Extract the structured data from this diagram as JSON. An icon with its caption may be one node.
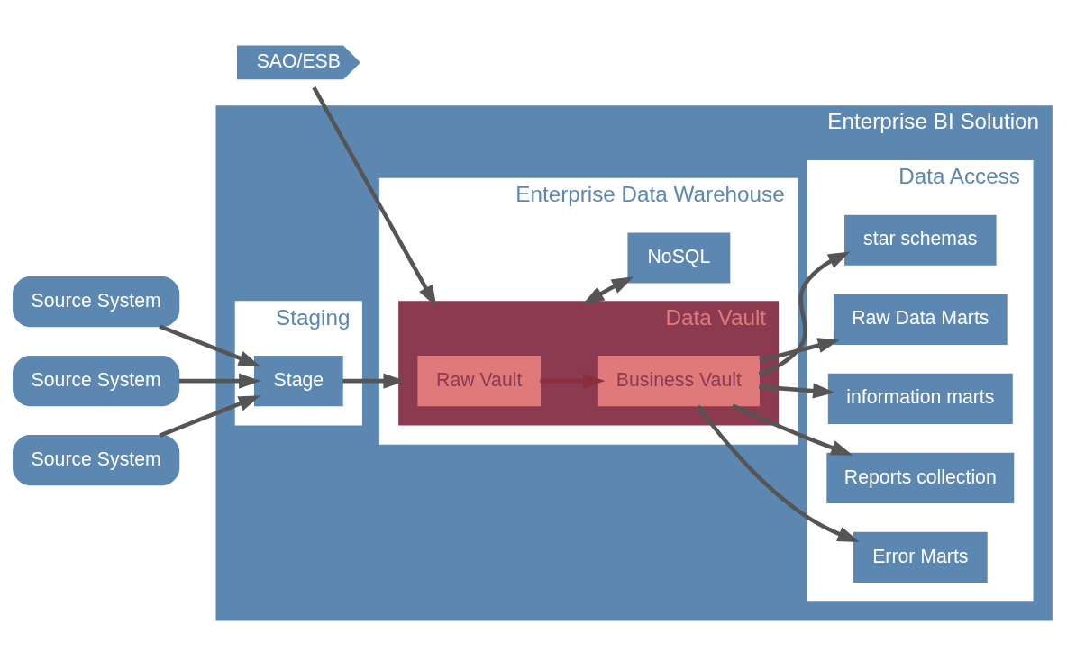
{
  "diagram": {
    "nodes": [
      {
        "text": [
          "Enterprise BI Solution"
        ]
      },
      {
        "text": [
          "Staging"
        ],
        "in": 0
      },
      {
        "text": [
          "Enterprise Data Warehouse"
        ],
        "in": 0
      },
      {
        "text": [
          "Data Access"
        ],
        "in": 0
      },
      {
        "text": [
          "Source System"
        ]
      },
      {
        "text": [
          "Source System"
        ]
      },
      {
        "text": [
          "Source System"
        ]
      },
      {
        "text": [
          "Stage"
        ],
        "in": 1
      },
      {
        "text": [
          "Data Vault"
        ],
        "in": 2
      },
      {
        "text": [
          "Raw Vault"
        ],
        "in": 8
      },
      {
        "text": [
          "Business Vault"
        ],
        "in": 8
      },
      {
        "text": [
          "NoSQL"
        ],
        "in": 2
      },
      {
        "text": [
          "star schemas"
        ],
        "in": 3
      },
      {
        "text": [
          "Raw Data Marts"
        ],
        "in": 3
      },
      {
        "text": [
          "information marts"
        ],
        "in": 3
      },
      {
        "text": [
          "Reports collection"
        ],
        "in": 3
      },
      {
        "text": [
          "Error Marts"
        ],
        "in": 3
      },
      {
        "text": [
          "SAO/ESB"
        ]
      }
    ],
    "edges": [
      {
        "from": 4,
        "to": 7,
        "arrow": "to"
      },
      {
        "from": 5,
        "to": 7,
        "arrow": "to"
      },
      {
        "from": 6,
        "to": 7,
        "arrow": "to"
      },
      {
        "from": 7,
        "to": 8,
        "arrow": "to"
      },
      {
        "from": 17,
        "to": 8,
        "arrow": "to"
      },
      {
        "from": 9,
        "to": 10,
        "arrow": "to",
        "color": "#8b2e3e"
      },
      {
        "from": 8,
        "to": 11,
        "arrow": "both"
      },
      {
        "from": 10,
        "to": 12,
        "arrow": "to"
      },
      {
        "from": 10,
        "to": 13,
        "arrow": "to"
      },
      {
        "from": 10,
        "to": 14,
        "arrow": "to"
      },
      {
        "from": 10,
        "to": 15,
        "arrow": "to"
      },
      {
        "from": 10,
        "to": 16,
        "arrow": "to"
      }
    ]
  }
}
